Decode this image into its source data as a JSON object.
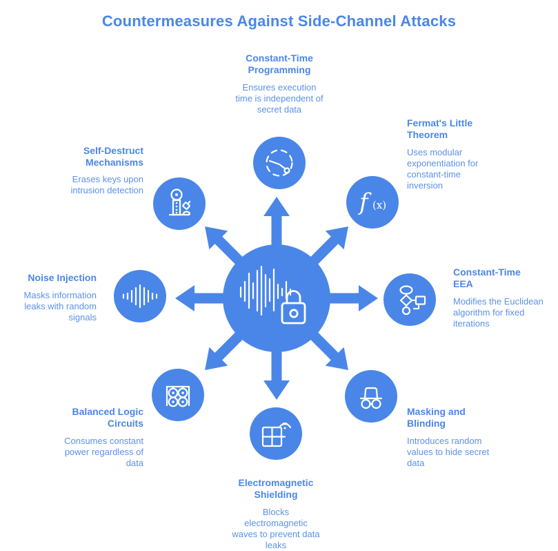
{
  "title": "Countermeasures Against Side-Channel Attacks",
  "colors": {
    "primary": "#4a86e8",
    "secondary": "#5b91e9",
    "icon_stroke": "#ffffff",
    "background": "#ffffff"
  },
  "center": {
    "icon": "waveform-lock-icon"
  },
  "nodes": [
    {
      "id": "constant-time-programming",
      "position": "top",
      "title": "Constant-Time Programming",
      "description": "Ensures execution time is independent of secret data",
      "icon": "timer-icon"
    },
    {
      "id": "fermats-little-theorem",
      "position": "top-right",
      "title": "Fermat's Little Theorem",
      "description": "Uses modular exponentiation for constant-time inversion",
      "icon": "function-icon",
      "icon_text_f": "f",
      "icon_text_x": "(x)"
    },
    {
      "id": "constant-time-eea",
      "position": "right",
      "title": "Constant-Time EEA",
      "description": "Modifies the Euclidean algorithm for fixed iterations",
      "icon": "flowchart-icon"
    },
    {
      "id": "masking-and-blinding",
      "position": "bottom-right",
      "title": "Masking and Blinding",
      "description": "Introduces random values to hide secret data",
      "icon": "incognito-icon"
    },
    {
      "id": "electromagnetic-shielding",
      "position": "bottom",
      "title": "Electromagnetic Shielding",
      "description": "Blocks electromagnetic waves to prevent data leaks",
      "icon": "window-signal-icon"
    },
    {
      "id": "balanced-logic-circuits",
      "position": "bottom-left",
      "title": "Balanced Logic Circuits",
      "description": "Consumes constant power regardless of data",
      "icon": "circuit-burners-icon"
    },
    {
      "id": "noise-injection",
      "position": "left",
      "title": "Noise Injection",
      "description": "Masks information leaks with random signals",
      "icon": "audio-waveform-icon"
    },
    {
      "id": "self-destruct-mechanisms",
      "position": "top-left",
      "title": "Self-Destruct Mechanisms",
      "description": "Erases keys upon intrusion detection",
      "icon": "detonator-icon"
    }
  ]
}
